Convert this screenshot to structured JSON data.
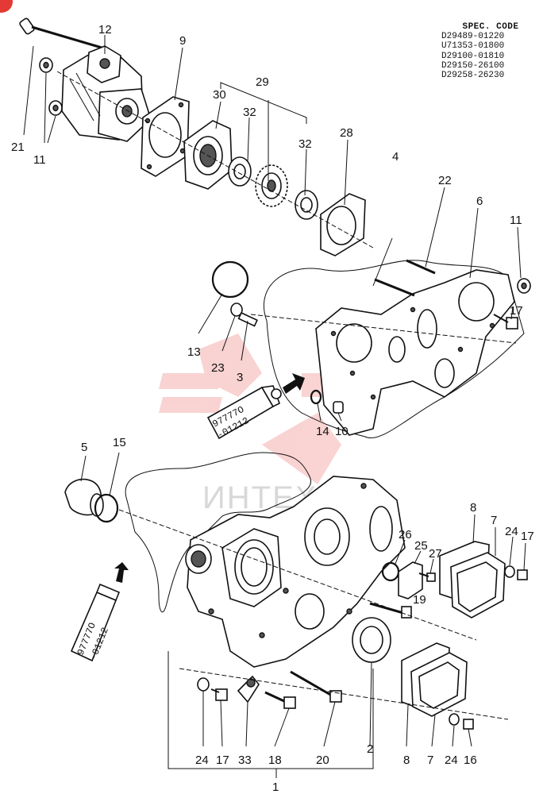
{
  "spec_code": {
    "title": "SPEC. CODE",
    "codes": [
      "D29489-01220",
      "U71353-01800",
      "D29100-01810",
      "D29150-26100",
      "D29258-26230"
    ]
  },
  "sealant_tube_code": {
    "line1": "97777O",
    "line2": "-01212"
  },
  "watermark": "ИНТЕХ",
  "watermark_color": "#e53935",
  "callouts": [
    {
      "id": "c21",
      "text": "21"
    },
    {
      "id": "c11a",
      "text": "11"
    },
    {
      "id": "c12",
      "text": "12"
    },
    {
      "id": "c9",
      "text": "9"
    },
    {
      "id": "c29",
      "text": "29"
    },
    {
      "id": "c30",
      "text": "30"
    },
    {
      "id": "c32a",
      "text": "32"
    },
    {
      "id": "c32b",
      "text": "32"
    },
    {
      "id": "c28",
      "text": "28"
    },
    {
      "id": "c4",
      "text": "4"
    },
    {
      "id": "c22",
      "text": "22"
    },
    {
      "id": "c6",
      "text": "6"
    },
    {
      "id": "c11b",
      "text": "11"
    },
    {
      "id": "c17a",
      "text": "17"
    },
    {
      "id": "c13",
      "text": "13"
    },
    {
      "id": "c23",
      "text": "23"
    },
    {
      "id": "c3",
      "text": "3"
    },
    {
      "id": "c14",
      "text": "14"
    },
    {
      "id": "c10",
      "text": "10"
    },
    {
      "id": "c5",
      "text": "5"
    },
    {
      "id": "c15",
      "text": "15"
    },
    {
      "id": "c8a",
      "text": "8"
    },
    {
      "id": "c7a",
      "text": "7"
    },
    {
      "id": "c24a",
      "text": "24"
    },
    {
      "id": "c17b",
      "text": "17"
    },
    {
      "id": "c26",
      "text": "26"
    },
    {
      "id": "c25",
      "text": "25"
    },
    {
      "id": "c27",
      "text": "27"
    },
    {
      "id": "c19",
      "text": "19"
    },
    {
      "id": "c24b",
      "text": "24"
    },
    {
      "id": "c17c",
      "text": "17"
    },
    {
      "id": "c33",
      "text": "33"
    },
    {
      "id": "c18",
      "text": "18"
    },
    {
      "id": "c20",
      "text": "20"
    },
    {
      "id": "c2",
      "text": "2"
    },
    {
      "id": "c8b",
      "text": "8"
    },
    {
      "id": "c7b",
      "text": "7"
    },
    {
      "id": "c24c",
      "text": "24"
    },
    {
      "id": "c16",
      "text": "16"
    },
    {
      "id": "c1",
      "text": "1"
    }
  ]
}
